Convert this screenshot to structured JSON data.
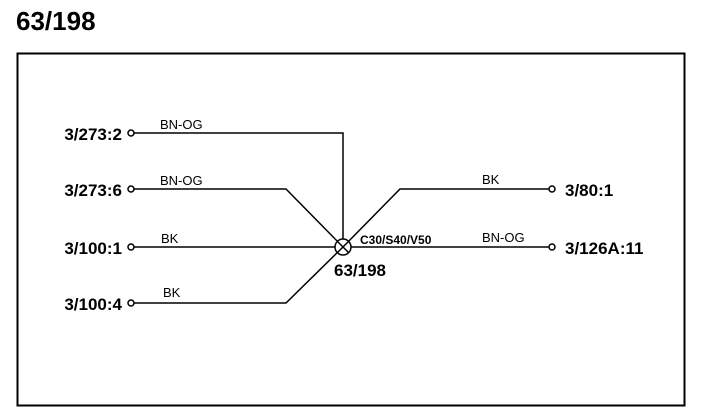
{
  "title": "63/198",
  "splice": {
    "id": "63/198",
    "variant_label": "C30/S40/V50"
  },
  "connections": [
    {
      "pin": "3/273:2",
      "wire_color": "BN-OG"
    },
    {
      "pin": "3/273:6",
      "wire_color": "BN-OG"
    },
    {
      "pin": "3/100:1",
      "wire_color": "BK"
    },
    {
      "pin": "3/100:4",
      "wire_color": "BK"
    },
    {
      "pin": "3/80:1",
      "wire_color": "BK"
    },
    {
      "pin": "3/126A:11",
      "wire_color": "BN-OG"
    }
  ]
}
